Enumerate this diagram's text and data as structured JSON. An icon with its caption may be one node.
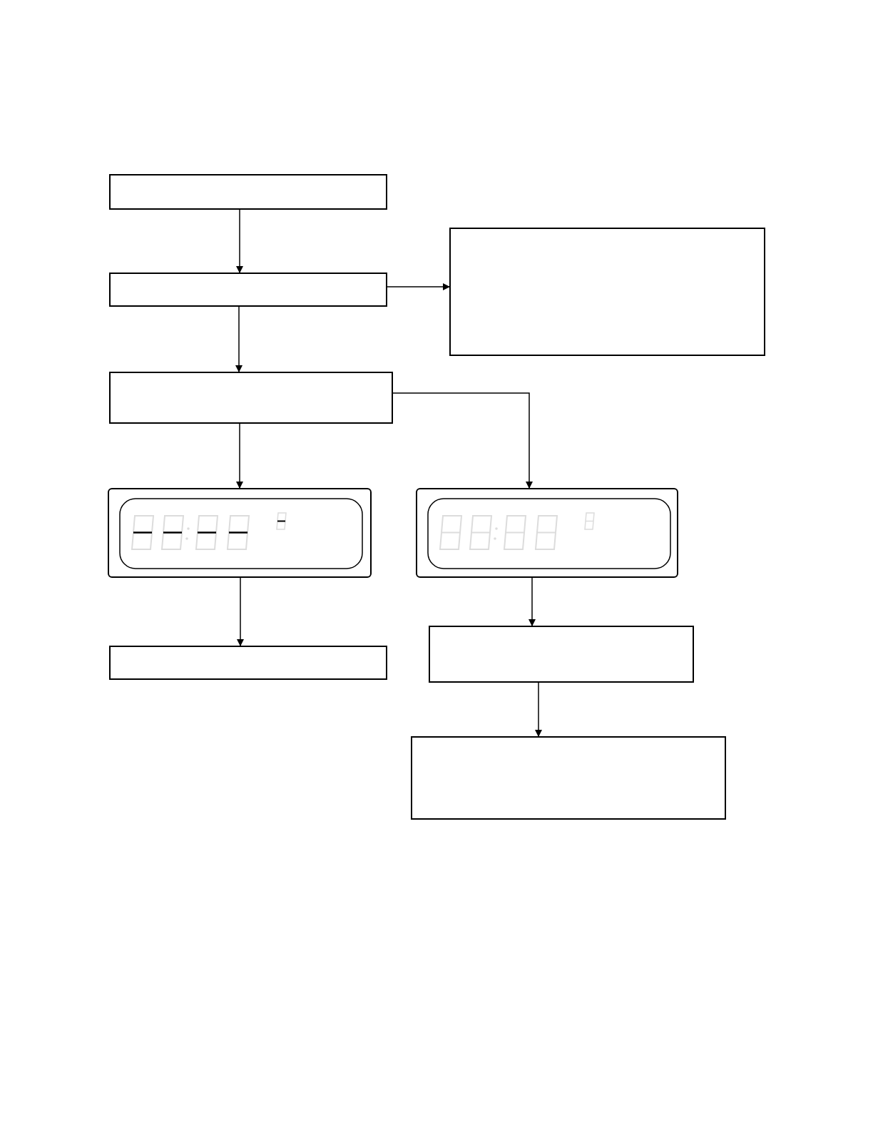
{
  "diagram": {
    "nodes": [
      {
        "text": [],
        "shape": "box"
      },
      {
        "text": [],
        "shape": "box"
      },
      {
        "text": [],
        "shape": "box"
      },
      {
        "text": [],
        "shape": "box"
      },
      {
        "text": [],
        "shape": "picture"
      },
      {
        "text": [],
        "shape": "picture"
      },
      {
        "text": [],
        "shape": "box"
      },
      {
        "text": [],
        "shape": "box"
      },
      {
        "text": [],
        "shape": "box"
      }
    ],
    "edges": [
      {
        "from": 0,
        "to": 1,
        "arrow": "to"
      },
      {
        "from": 1,
        "to": 2,
        "arrow": "to"
      },
      {
        "from": 1,
        "to": 3,
        "arrow": "to"
      },
      {
        "from": 3,
        "to": 4,
        "arrow": "to"
      },
      {
        "from": 3,
        "to": 5,
        "arrow": "to"
      },
      {
        "from": 4,
        "to": 6,
        "arrow": "to"
      },
      {
        "from": 5,
        "to": 7,
        "arrow": "to"
      },
      {
        "from": 7,
        "to": 8,
        "arrow": "to"
      }
    ]
  }
}
